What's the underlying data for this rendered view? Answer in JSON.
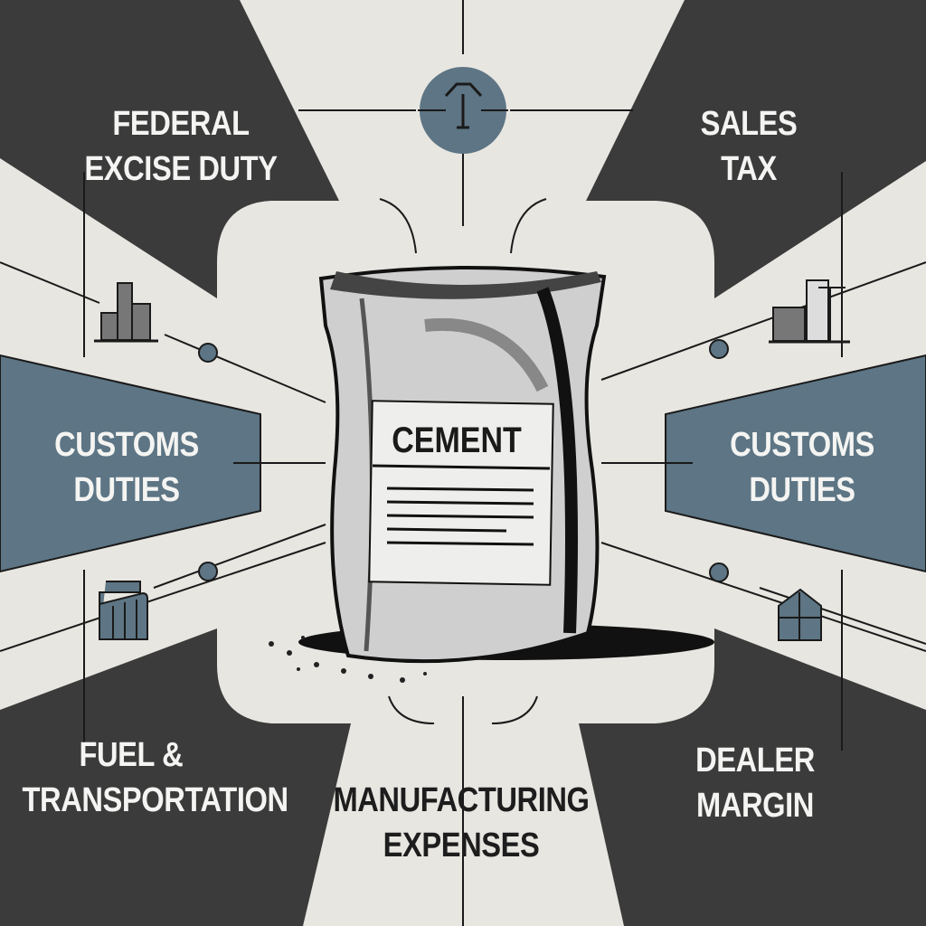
{
  "center": {
    "product_label": "CEMENT"
  },
  "labels": {
    "top_left": [
      "FEDERAL",
      "EXCISE DUTY"
    ],
    "top_right": [
      "SALES",
      "TAX"
    ],
    "mid_left": [
      "CUSTOMS",
      "DUTIES"
    ],
    "mid_right": [
      "CUSTOMS",
      "DUTIES"
    ],
    "bottom_left": [
      "FUEL &",
      "TRANSPORTATION"
    ],
    "bottom_center": [
      "MANUFACTURING",
      "EXPENSES"
    ],
    "bottom_right": [
      "DEALER",
      "MARGIN"
    ]
  },
  "icons": [
    "tax-symbol-icon",
    "building-blocks-icon",
    "factory-icon",
    "shelf-icon",
    "warehouse-icon"
  ],
  "colors": {
    "background": "#e8e6e1",
    "dark": "#3b3b3b",
    "accent": "#5d7584",
    "line": "#1a1a1a"
  }
}
